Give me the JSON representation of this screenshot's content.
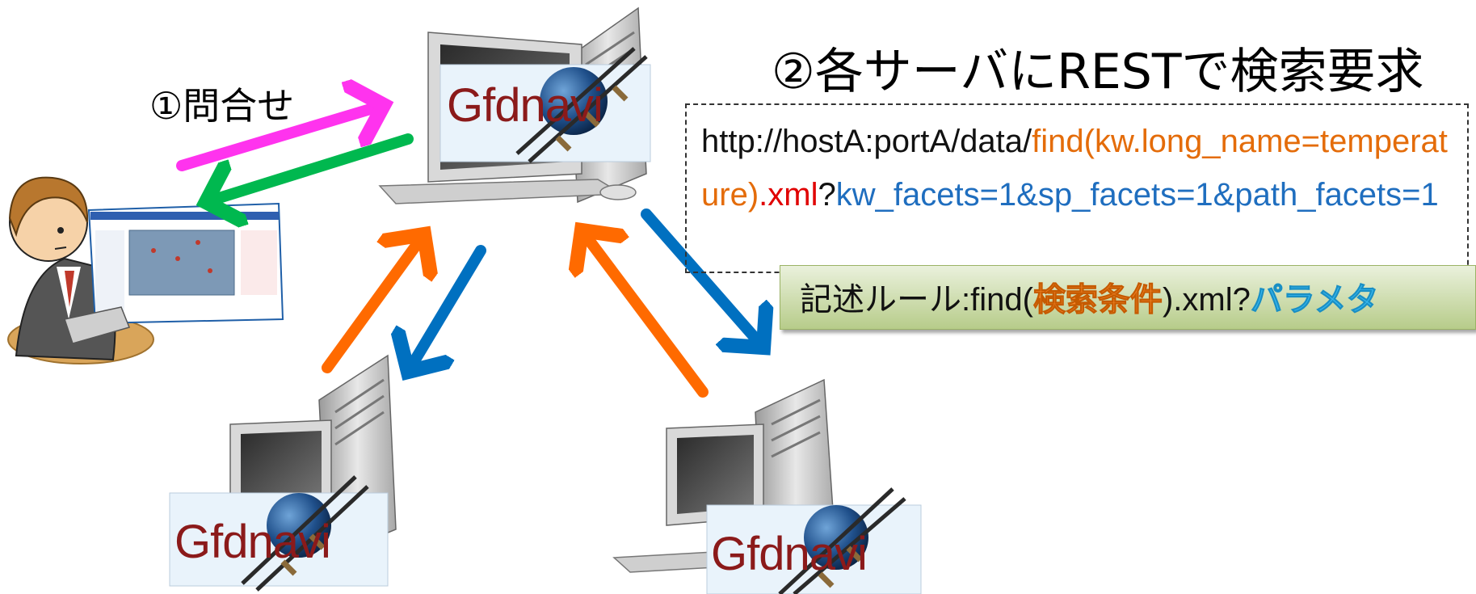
{
  "step1": {
    "label": "①問合せ"
  },
  "step2": {
    "label": "②各サーバにRESTで検索要求"
  },
  "url": {
    "segments": [
      {
        "text": "http://hostA:portA/data/",
        "color": "black"
      },
      {
        "text": "find(kw.long_name=temperature)",
        "color": "orange"
      },
      {
        "text": ".xml",
        "color": "red"
      },
      {
        "text": "?",
        "color": "black"
      },
      {
        "text": "kw_facets=1&sp_facets=1&path_facets=1",
        "color": "blue"
      }
    ]
  },
  "rule": {
    "prefix": "記述ルール:find(",
    "condition": "検索条件",
    "middle": ").xml?",
    "params": "パラメタ"
  },
  "servers": {
    "main": {
      "logo": "Gfdnavi"
    },
    "left": {
      "logo": "Gfdnavi"
    },
    "right": {
      "logo": "Gfdnavi"
    }
  },
  "colors": {
    "query_arrow": "#ff33ee",
    "response_arrow": "#00b84f",
    "request_arrow": "#0070c0",
    "reply_arrow": "#ff6a00",
    "logo_text": "#8b1a1a",
    "url_find": "#e46c0a",
    "url_xml": "#e00000",
    "url_params": "#1f6ebf"
  }
}
